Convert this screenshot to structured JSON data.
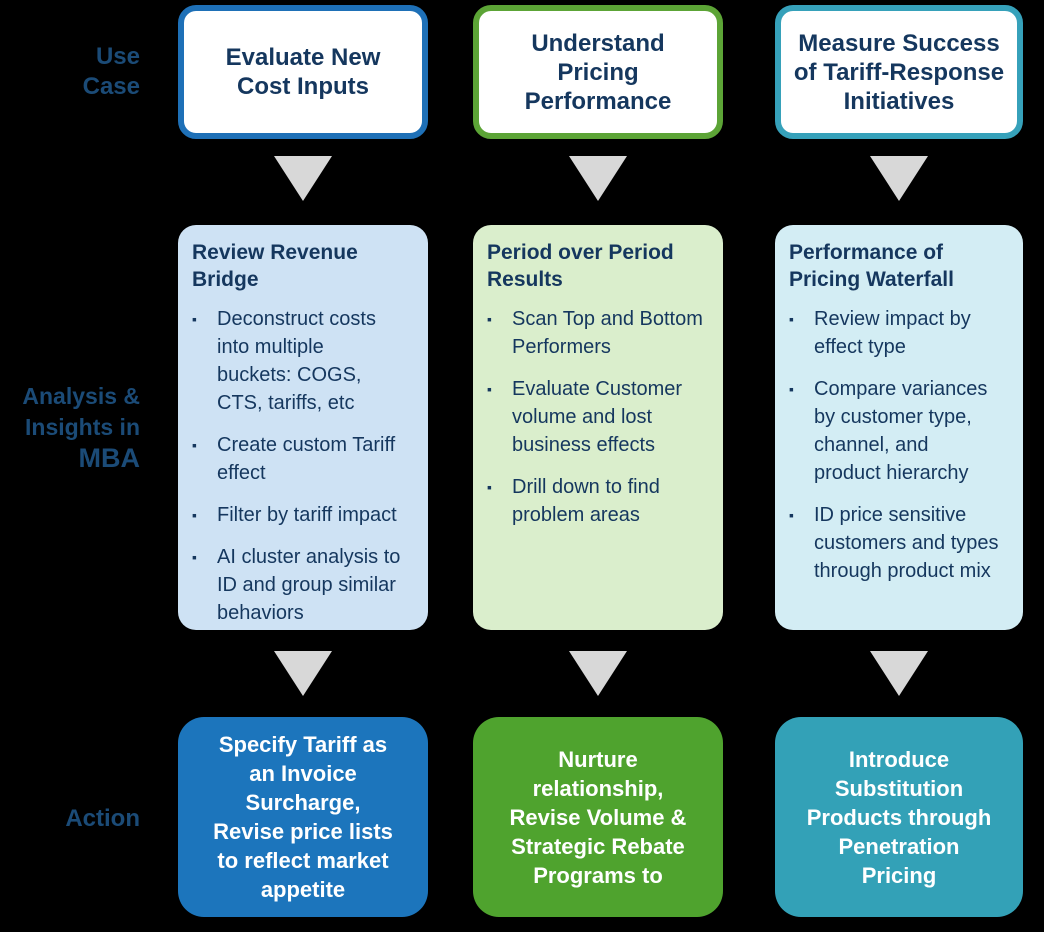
{
  "row_labels": {
    "use_case": "Use\nCase",
    "analysis": [
      "Analysis &",
      "Insights in",
      "MBA"
    ],
    "action": "Action"
  },
  "glyphs": {
    "bullet": "▪"
  },
  "colors": {
    "background": "#000000",
    "row_label_text": "#1B4B77",
    "box_text": "#15375E",
    "usecase_box_fill": "#FFFFFF",
    "action_text": "#FFFFFF",
    "arrow": "#D8D8D8"
  },
  "columns": [
    {
      "use_case": "Evaluate New\nCost Inputs",
      "border_color": "#1E70B7",
      "fill_color": "#CEE2F4",
      "action_color": "#1C75BC",
      "insights": {
        "title": "Review Revenue\nBridge",
        "bullets": [
          "Deconstruct costs\ninto multiple\nbuckets: COGS,\nCTS, tariffs, etc",
          "Create custom Tariff\neffect",
          "Filter by tariff impact",
          "AI cluster analysis to\nID and group similar\nbehaviors"
        ]
      },
      "action": "Specify Tariff as\nan Invoice\nSurcharge,\nRevise price lists\nto reflect market\nappetite"
    },
    {
      "use_case": "Understand\nPricing\nPerformance",
      "border_color": "#5CA436",
      "fill_color": "#DAEECC",
      "action_color": "#4FA32E",
      "insights": {
        "title": "Period over Period\nResults",
        "bullets": [
          "Scan Top and Bottom\nPerformers",
          "Evaluate Customer\nvolume and lost\nbusiness effects",
          "Drill down to find\nproblem areas"
        ]
      },
      "action": "Nurture\nrelationship,\nRevise Volume &\nStrategic Rebate\nPrograms to"
    },
    {
      "use_case": "Measure Success\nof Tariff-Response\nInitiatives",
      "border_color": "#36A1BA",
      "fill_color": "#D3EDF4",
      "action_color": "#33A1B7",
      "insights": {
        "title": "Performance of\nPricing Waterfall",
        "bullets": [
          "Review impact by\neffect type",
          "Compare variances\nby customer type,\nchannel, and\nproduct hierarchy",
          "ID price sensitive\ncustomers and types\nthrough product mix"
        ]
      },
      "action": "Introduce\nSubstitution\nProducts through\nPenetration\nPricing"
    }
  ]
}
